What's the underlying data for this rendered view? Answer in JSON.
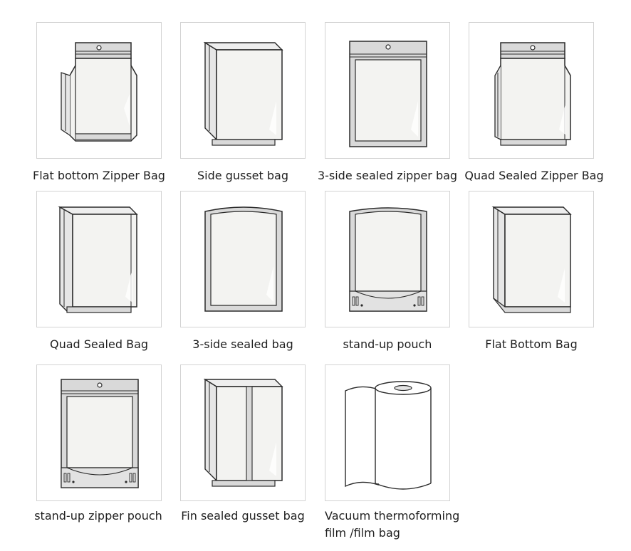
{
  "items": [
    {
      "label": "Flat bottom Zipper Bag"
    },
    {
      "label": "Side gusset bag"
    },
    {
      "label": "3-side sealed zipper bag"
    },
    {
      "label": "Quad Sealed Zipper Bag"
    },
    {
      "label": "Quad Sealed Bag"
    },
    {
      "label": "3-side sealed bag"
    },
    {
      "label": "stand-up pouch"
    },
    {
      "label": "Flat Bottom Bag"
    },
    {
      "label": "stand-up zipper pouch"
    },
    {
      "label": "Fin sealed gusset bag"
    },
    {
      "label": "Vacuum thermoforming",
      "label2": "film /film bag"
    }
  ],
  "colors": {
    "tile_border": "#d2d2d2",
    "bag_fill": "#f3f3f1",
    "seal_fill": "#d9d9d9",
    "outline": "#2a2a2a"
  }
}
